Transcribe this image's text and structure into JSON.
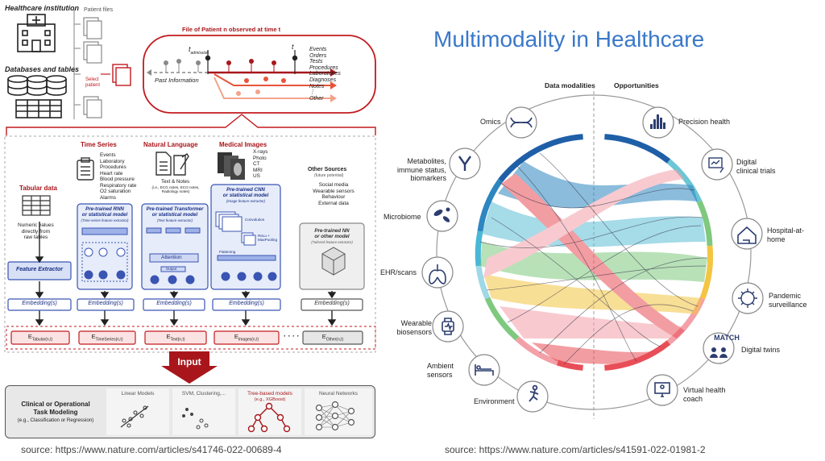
{
  "left": {
    "institution_label": "Healthcare institution",
    "databases_label": "Databases and tables",
    "patient_files_label": "Patient files",
    "select_patient_label": "Select patient",
    "file_title": "File of Patient n observed at time t",
    "t_admission": "t",
    "t_admission_sub": "admission",
    "t_label": "t",
    "past_info_label": "Past Information",
    "events_list": "Events\nOrders\nTests\nProcedures\nLaboratories\nDiagnoses\nNotes\n⋮\nOther",
    "sections": {
      "tabular": {
        "title": "Tabular data",
        "desc": "Numeric values\ndirectly from\nraw tables",
        "extractor": "Feature Extractor",
        "embedding": "Embedding(s)",
        "e_label": "E",
        "e_sub": "Tabular(n,t)"
      },
      "timeseries": {
        "title": "Time Series",
        "items": "Events\nLaboratory\nProcedures\nHeart rate\nBlood pressure\nRespiratory rate\nO2 saturation\nAlarms",
        "model_title": "Pre-trained RNN\nor statistical model",
        "model_sub": "(Time-series feature extractor)",
        "embedding": "Embedding(s)",
        "e_label": "E",
        "e_sub": "TimeSeries(n,t)"
      },
      "language": {
        "title": "Natural Language",
        "desc": "Text & Notes",
        "desc_sub": "(i.e., ECG notes, ECO notes,\nRadiology notes)",
        "model_title": "Pre-trained Transformer\nor statistical model",
        "model_sub": "(Text feature extractor)",
        "attention": "Attention",
        "output": "Output",
        "embedding": "Embedding(s)",
        "e_label": "E",
        "e_sub": "Text(n,t)"
      },
      "images": {
        "title": "Medical Images",
        "items": "X-rays\nPhoto\nCT\nMRI\nUS",
        "model_title": "Pre-trained CNN\nor statistical model",
        "model_sub": "(Image feature extractor)",
        "convolution": "Convolution",
        "relu": "ReLu +\nMaxPooling",
        "flattening": "Flattening",
        "embedding": "Embedding(s)",
        "e_label": "E",
        "e_sub": "Images(n,t)"
      },
      "other": {
        "title": "Other Sources",
        "title_sub": "(future potential)",
        "items": "Social media\nWearable sensors\nBehaviour\nExternal data",
        "model_title": "Pre-trained NN\nor other model",
        "model_sub": "(Tailored feature extractor)",
        "embedding": "Embedding(s)",
        "e_label": "E",
        "e_sub": "Other(n,t)"
      }
    },
    "dots": "· · · ·",
    "input_label": "Input",
    "task_title": "Clinical or Operational\nTask Modeling",
    "task_sub": "(e.g., Classification or Regression)",
    "models": [
      {
        "label": "Linear Models",
        "sub": ""
      },
      {
        "label": "SVM, Clustering,...",
        "sub": ""
      },
      {
        "label": "Tree-based models",
        "sub": "(e.g., XGBoost)"
      },
      {
        "label": "Neural Networks",
        "sub": ""
      }
    ],
    "source": "source: https://www.nature.com/articles/s41746-022-00689-4"
  },
  "right": {
    "title": "Multimodality in Healthcare",
    "col_left": "Data modalities",
    "col_right": "Opportunities",
    "modalities": [
      {
        "label": "Omics",
        "icon": "dna-icon"
      },
      {
        "label": "Metabolites,\nimmune status,\nbiomarkers",
        "icon": "antibody-icon"
      },
      {
        "label": "Microbiome",
        "icon": "microbe-icon"
      },
      {
        "label": "EHR/scans",
        "icon": "lungs-icon"
      },
      {
        "label": "Wearable\nbiosensors",
        "icon": "watch-icon"
      },
      {
        "label": "Ambient\nsensors",
        "icon": "bed-icon"
      },
      {
        "label": "Environment",
        "icon": "runner-icon"
      }
    ],
    "opportunities": [
      {
        "label": "Precision health",
        "icon": "histogram-icon"
      },
      {
        "label": "Digital\nclinical trials",
        "icon": "trial-icon"
      },
      {
        "label": "Hospital-at-\nhome",
        "icon": "house-icon"
      },
      {
        "label": "Pandemic\nsurveillance",
        "icon": "virus-icon"
      },
      {
        "label": "Digital twins",
        "icon": "twins-icon"
      },
      {
        "label": "Virtual health\ncoach",
        "icon": "monitor-icon"
      }
    ],
    "match_label": "MATCH",
    "source": "source: https://www.nature.com/articles/s41591-022-01981-2"
  },
  "colors": {
    "accent_blue": "#3a78c9",
    "dark_red": "#a8161b",
    "light_red_fill": "#fbe3e3",
    "light_blue_fill": "#e6ecf9"
  }
}
